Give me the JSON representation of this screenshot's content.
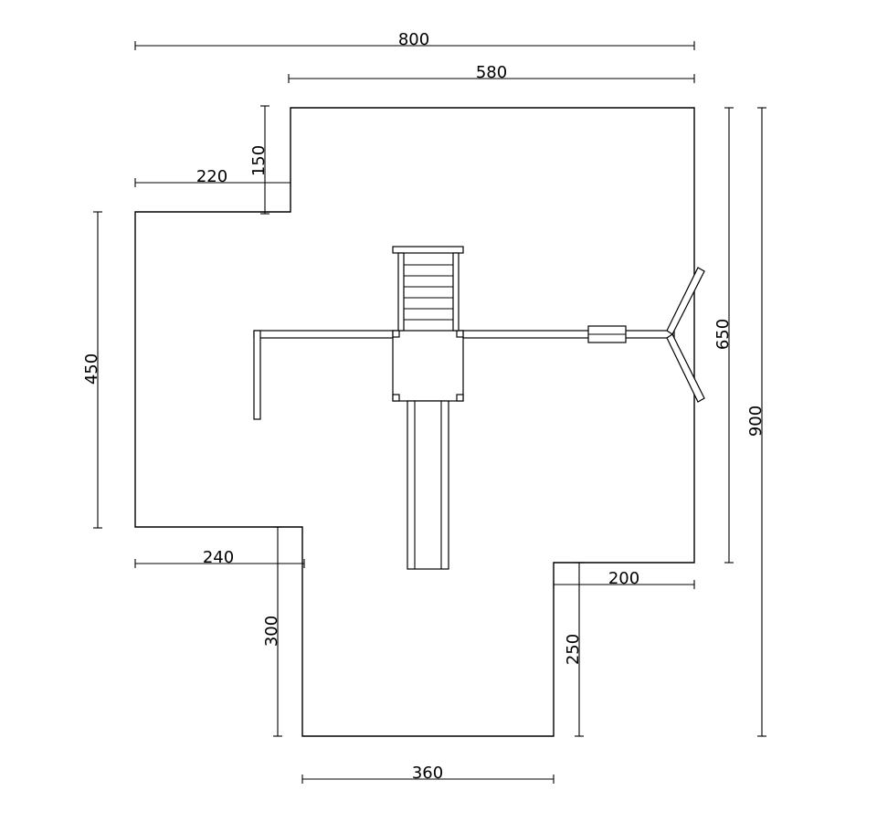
{
  "dimensions": {
    "top_total": "800",
    "top_inner": "580",
    "notch_height": "150",
    "notch_width": "220",
    "left_height": "450",
    "right_height": "650",
    "total_height": "900",
    "bottom_left_width": "240",
    "bottom_left_height": "300",
    "bottom_right_width": "200",
    "bottom_right_height": "250",
    "bottom_width": "360"
  }
}
